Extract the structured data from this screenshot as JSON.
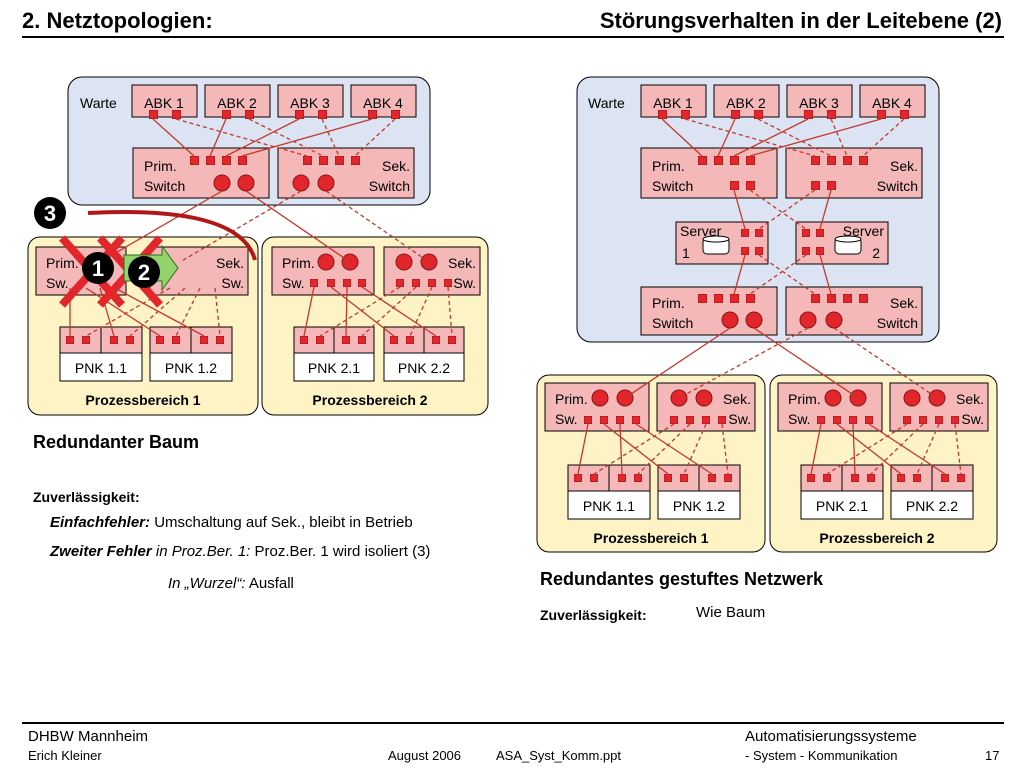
{
  "header": {
    "section": "2. Netztopologien:",
    "title": "Störungsverhalten in der Leitebene (2)"
  },
  "left": {
    "warte": "Warte",
    "abk": [
      "ABK 1",
      "ABK 2",
      "ABK 3",
      "ABK 4"
    ],
    "prim_switch": [
      "Prim.",
      "Switch"
    ],
    "sek_switch": [
      "Sek.",
      "Switch"
    ],
    "process_areas": [
      {
        "prim": [
          "Prim.",
          "Sw."
        ],
        "sek": [
          "Sek.",
          "Sw."
        ],
        "pnk": [
          "PNK 1.1",
          "PNK 1.2"
        ],
        "label": "Prozessbereich  1"
      },
      {
        "prim": [
          "Prim.",
          "Sw."
        ],
        "sek": [
          "Sek.",
          "Sw."
        ],
        "pnk": [
          "PNK 2.1",
          "PNK 2.2"
        ],
        "label": "Prozessbereich  2"
      }
    ],
    "markers": [
      "1",
      "2",
      "3"
    ],
    "caption": "Redundanter Baum",
    "reliability_label": "Zuverlässigkeit:",
    "lines": [
      {
        "em": "Einfachfehler:",
        "rest": " Umschaltung auf Sek., bleibt in Betrieb"
      },
      {
        "em": "Zweiter Fehler",
        "mid": " in Proz.Ber. 1:",
        "rest": " Proz.Ber. 1 wird isoliert (3)"
      },
      {
        "em": "In „Wurzel“:",
        "rest": " Ausfall"
      }
    ]
  },
  "right": {
    "warte": "Warte",
    "abk": [
      "ABK 1",
      "ABK 2",
      "ABK 3",
      "ABK 4"
    ],
    "prim_switch": [
      "Prim.",
      "Switch"
    ],
    "sek_switch": [
      "Sek.",
      "Switch"
    ],
    "servers": [
      [
        "Server",
        "1"
      ],
      [
        "Server",
        "2"
      ]
    ],
    "prim_switch2": [
      "Prim.",
      "Switch"
    ],
    "sek_switch2": [
      "Sek.",
      "Switch"
    ],
    "process_areas": [
      {
        "prim": [
          "Prim.",
          "Sw."
        ],
        "sek": [
          "Sek.",
          "Sw."
        ],
        "pnk": [
          "PNK 1.1",
          "PNK 1.2"
        ],
        "label": "Prozessbereich  1"
      },
      {
        "prim": [
          "Prim.",
          "Sw."
        ],
        "sek": [
          "Sek.",
          "Sw."
        ],
        "pnk": [
          "PNK 2.1",
          "PNK 2.2"
        ],
        "label": "Prozessbereich  2"
      }
    ],
    "caption": "Redundantes gestuftes Netzwerk",
    "reliability_label": "Zuverlässigkeit:",
    "reliability_value": "Wie Baum"
  },
  "footer": {
    "org": "DHBW  Mannheim",
    "author": "Erich Kleiner",
    "date": "August 2006",
    "file": "ASA_Syst_Komm.ppt",
    "course": "Automatisierungssysteme",
    "subtitle": "- System - Kommunikation",
    "page": "17"
  },
  "colors": {
    "warte_bg": "#dce3f2",
    "area_bg": "#fdf3c4",
    "box_fill": "#f4b8b8",
    "port": "#e3262b",
    "link": "#c0392b",
    "marker": "#000000",
    "arrow": "#93d36b"
  }
}
